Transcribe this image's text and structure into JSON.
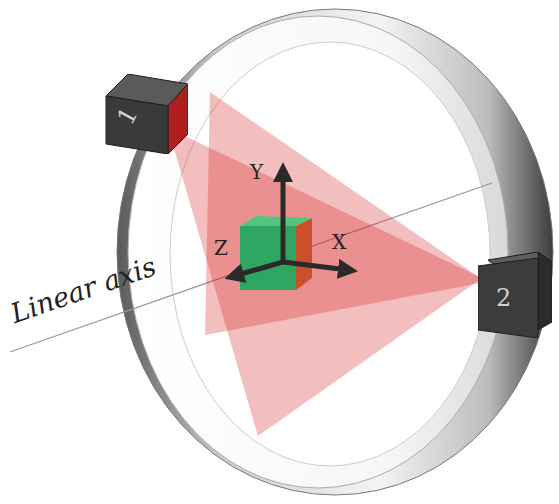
{
  "diagram": {
    "nodes": [
      {
        "text": [
          "1"
        ]
      },
      {
        "text": [
          "2"
        ]
      }
    ],
    "labels": [
      "Y",
      "X",
      "Z",
      "Linear axis"
    ]
  }
}
